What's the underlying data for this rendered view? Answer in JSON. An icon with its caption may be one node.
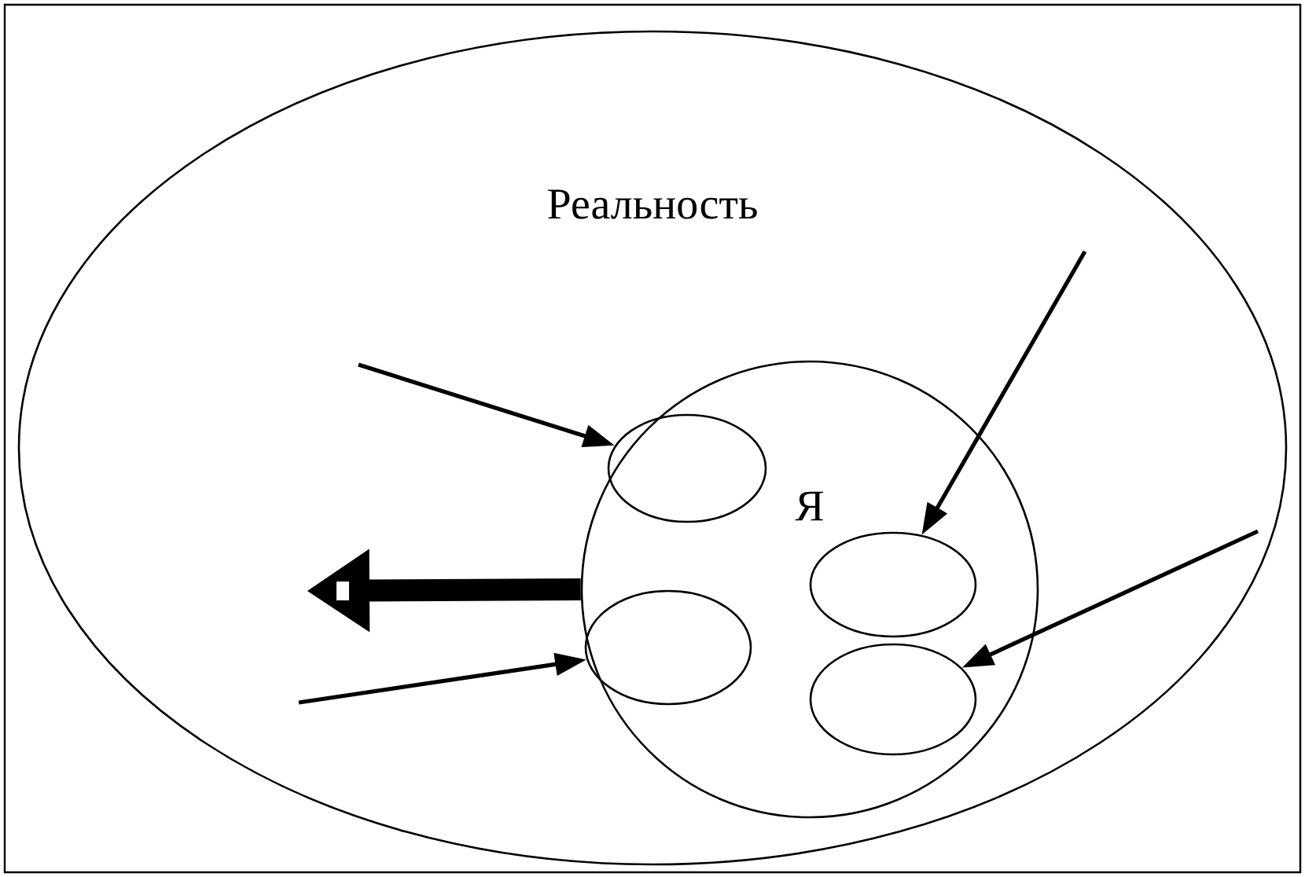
{
  "diagram": {
    "nodes": [
      {
        "text": [
          "Реальность"
        ]
      },
      {
        "text": [
          "Я"
        ],
        "in": 0
      },
      {
        "text": [],
        "shape": "circle",
        "in": 1
      },
      {
        "text": [],
        "shape": "circle",
        "in": 1
      },
      {
        "text": [],
        "shape": "circle",
        "in": 1
      },
      {
        "text": [],
        "shape": "circle",
        "in": 1
      }
    ],
    "edges": [
      {
        "from": null,
        "to": 2,
        "arrow": "to"
      },
      {
        "from": 1,
        "to": null,
        "arrow": "to",
        "style": "thick"
      },
      {
        "from": null,
        "to": 3,
        "arrow": "to"
      },
      {
        "from": null,
        "to": 4,
        "arrow": "to"
      },
      {
        "from": null,
        "to": 5,
        "arrow": "to"
      }
    ]
  }
}
